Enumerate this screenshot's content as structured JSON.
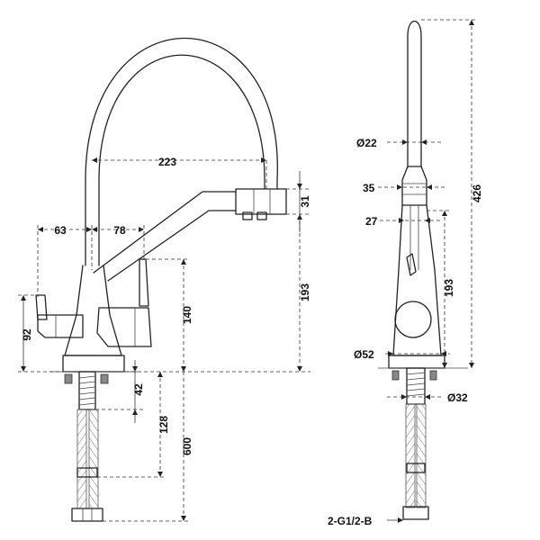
{
  "front_view": {
    "dim_223": "223",
    "dim_63": "63",
    "dim_78": "78",
    "dim_31": "31",
    "dim_193": "193",
    "dim_140": "140",
    "dim_92": "92",
    "dim_42": "42",
    "dim_128": "128",
    "dim_600": "600"
  },
  "side_view": {
    "dim_d22": "Ø22",
    "dim_35": "35",
    "dim_27": "27",
    "dim_426": "426",
    "dim_193": "193",
    "dim_d52": "Ø52",
    "dim_d32": "Ø32",
    "thread_label": "2-G1/2-B"
  }
}
